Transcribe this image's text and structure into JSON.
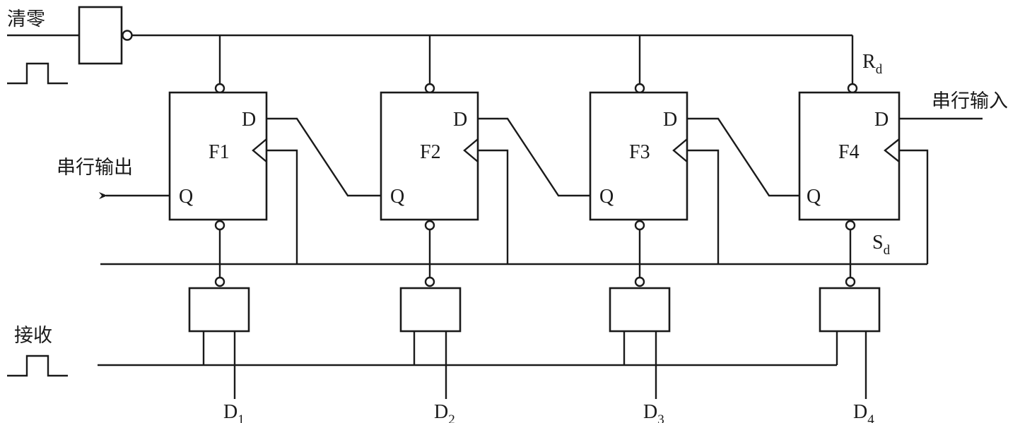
{
  "signals": {
    "clear": "清零",
    "receive": "接收",
    "serial_in": "串行输入",
    "serial_out": "串行输出",
    "reset": {
      "base": "R",
      "sub": "d"
    },
    "set": {
      "base": "S",
      "sub": "d"
    }
  },
  "flipflops": [
    {
      "name": "F1",
      "d": "D",
      "q": "Q"
    },
    {
      "name": "F2",
      "d": "D",
      "q": "Q"
    },
    {
      "name": "F3",
      "d": "D",
      "q": "Q"
    },
    {
      "name": "F4",
      "d": "D",
      "q": "Q"
    }
  ],
  "outputs": [
    {
      "base": "D",
      "sub": "1"
    },
    {
      "base": "D",
      "sub": "2"
    },
    {
      "base": "D",
      "sub": "3"
    },
    {
      "base": "D",
      "sub": "4"
    }
  ]
}
